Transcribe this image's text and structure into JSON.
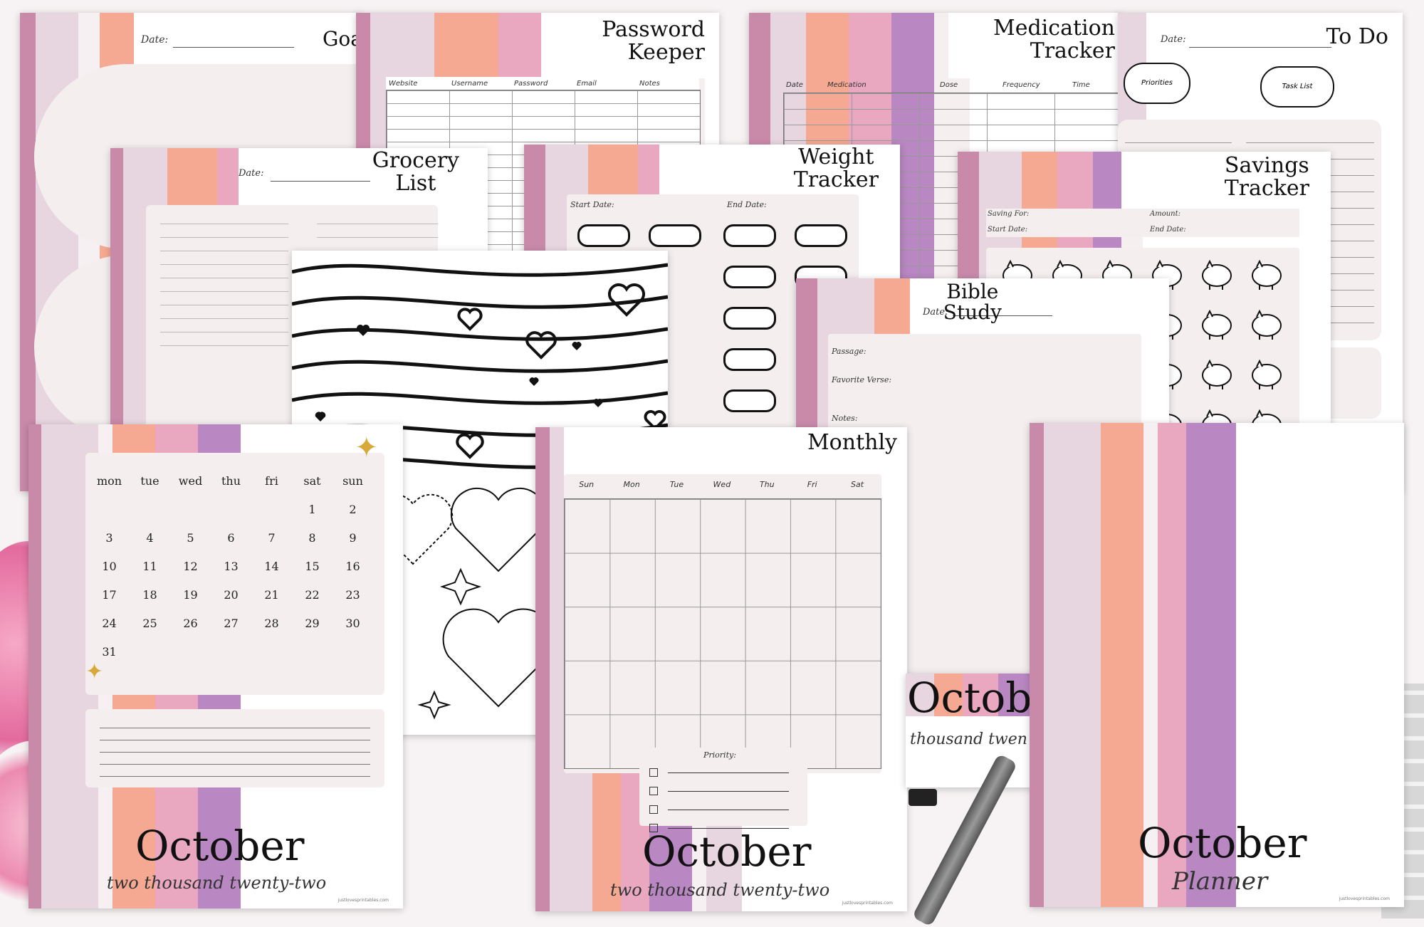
{
  "pages": {
    "goals": {
      "title": "Goa",
      "date_label": "Date:"
    },
    "password": {
      "title_line1": "Password",
      "title_line2": "Keeper",
      "columns": [
        "Website",
        "Username",
        "Password",
        "Email",
        "Notes"
      ]
    },
    "medication": {
      "title_line1": "Medication",
      "title_line2": "Tracker",
      "columns": [
        "Date",
        "Medication",
        "Dose",
        "Frequency",
        "Time"
      ]
    },
    "todo": {
      "title": "To Do",
      "date_label": "Date:",
      "cloud1": "Priorities",
      "cloud2": "Task List"
    },
    "grocery": {
      "title_line1": "Grocery",
      "title_line2": "List",
      "date_label": "Date:"
    },
    "weight": {
      "title_line1": "Weight",
      "title_line2": "Tracker",
      "start_label": "Start Date:",
      "end_label": "End Date:"
    },
    "savings": {
      "title_line1": "Savings",
      "title_line2": "Tracker",
      "saving_for": "Saving For:",
      "amount": "Amount:",
      "start_date": "Start Date:",
      "end_date": "End Date:"
    },
    "bible": {
      "title_line1": "Bible",
      "title_line2": "Study",
      "date_label": "Date:",
      "passage": "Passage:",
      "verse": "Favorite Verse:",
      "notes": "Notes:"
    },
    "calendar_cover": {
      "days": [
        "mon",
        "tue",
        "wed",
        "thu",
        "fri",
        "sat",
        "sun"
      ],
      "weeks": [
        [
          "",
          "",
          "",
          "",
          "",
          "1",
          "2"
        ],
        [
          "3",
          "4",
          "5",
          "6",
          "7",
          "8",
          "9"
        ],
        [
          "10",
          "11",
          "12",
          "13",
          "14",
          "15",
          "16"
        ],
        [
          "17",
          "18",
          "19",
          "20",
          "21",
          "22",
          "23"
        ],
        [
          "24",
          "25",
          "26",
          "27",
          "28",
          "29",
          "30"
        ],
        [
          "31",
          "",
          "",
          "",
          "",
          "",
          ""
        ]
      ],
      "month": "October",
      "year_text": "two thousand twenty-two",
      "url": "justlovesprintables.com"
    },
    "monthly": {
      "title": "Monthly",
      "days": [
        "Sun",
        "Mon",
        "Tue",
        "Wed",
        "Thu",
        "Fri",
        "Sat"
      ],
      "priority_label": "Priority:",
      "month": "October",
      "year_text": "two thousand twenty-two",
      "url": "justlovesprintables.com"
    },
    "small_cover": {
      "month": "Octob",
      "year_text": "thousand twen"
    },
    "planner_cover": {
      "month": "October",
      "subtitle": "Planner",
      "url": "justlovesprintables.com"
    }
  }
}
